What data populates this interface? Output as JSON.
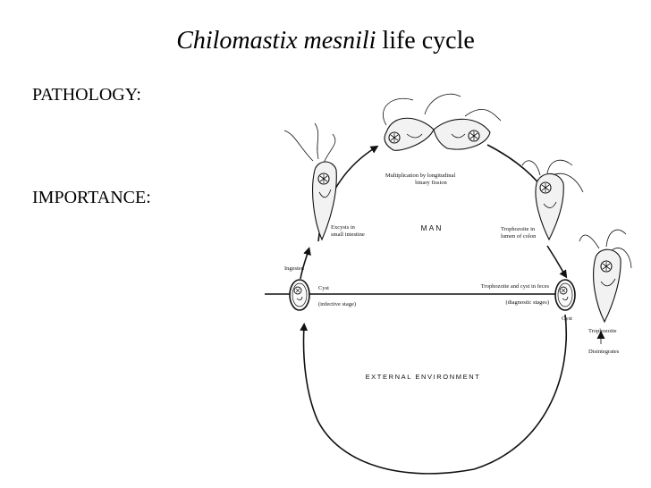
{
  "title": {
    "species": "Chilomastix mesnili",
    "rest": " life cycle"
  },
  "sections": {
    "pathology": "PATHOLOGY:",
    "importance": "IMPORTANCE:"
  },
  "diagram": {
    "fission": [
      "Multiplication by longitudinal",
      "binary fission"
    ],
    "excysts": [
      "Excysts in",
      "small intestine"
    ],
    "man": "MAN",
    "troph_colon": [
      "Trophozoite in",
      "lumen of colon"
    ],
    "ingested": "Ingested",
    "cyst_left": "Cyst",
    "infective": "(infective stage)",
    "troph_cyst_feces": "Trophozoite and cyst in feces",
    "diagnostic": "(diagnostic stages)",
    "cyst_right": "Cyst",
    "trophozoite": "Trophozoite",
    "disintegrates": "Disintegrates",
    "external": "EXTERNAL ENVIRONMENT"
  }
}
